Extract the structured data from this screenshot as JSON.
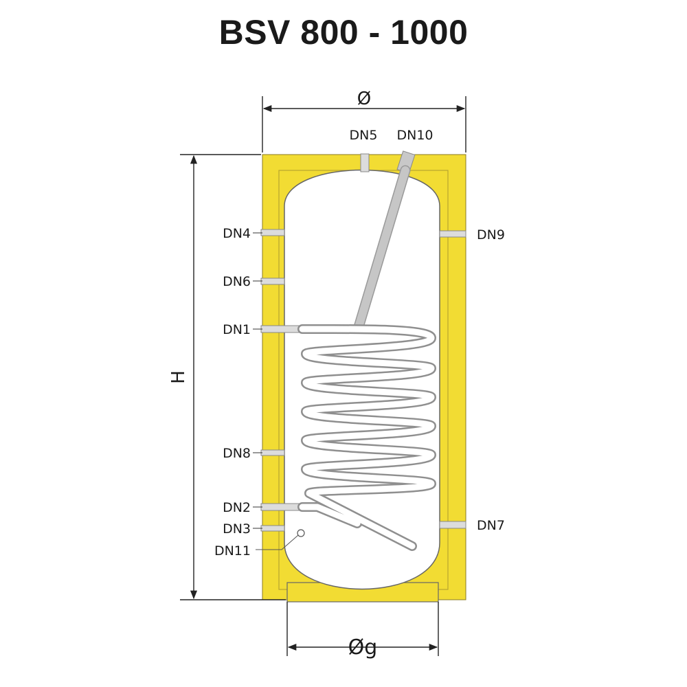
{
  "title": "BSV 800 - 1000",
  "dimensions": {
    "diameter": "Ø",
    "height": "H",
    "base_diameter": "Øg"
  },
  "connections": {
    "dn1": "DN1",
    "dn2": "DN2",
    "dn3": "DN3",
    "dn4": "DN4",
    "dn5": "DN5",
    "dn6": "DN6",
    "dn7": "DN7",
    "dn8": "DN8",
    "dn9": "DN9",
    "dn10": "DN10",
    "dn11": "DN11"
  },
  "colors": {
    "insulation": "#f2dc33",
    "tank": "#ffffff",
    "pipe": "#c0c0c0",
    "outline": "#666666"
  }
}
